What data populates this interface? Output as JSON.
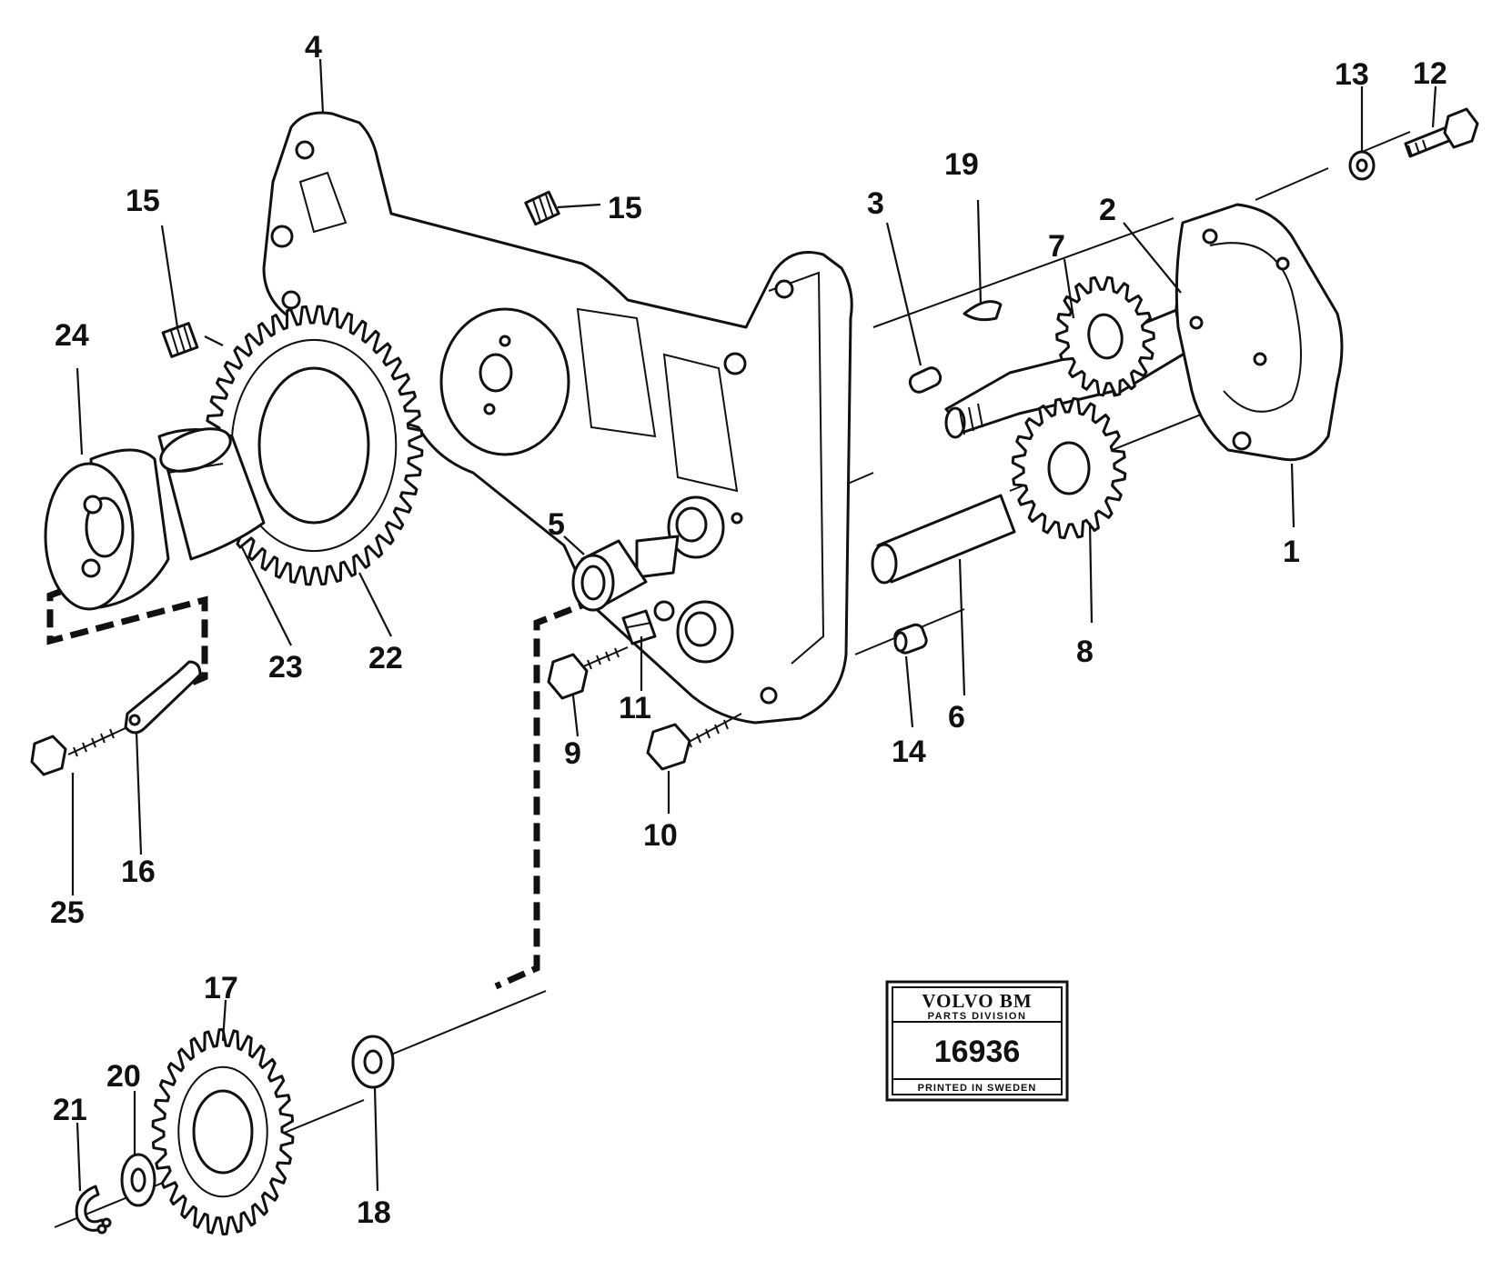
{
  "callouts": [
    {
      "id": "1",
      "label": "1"
    },
    {
      "id": "2",
      "label": "2"
    },
    {
      "id": "3",
      "label": "3"
    },
    {
      "id": "4",
      "label": "4"
    },
    {
      "id": "5",
      "label": "5"
    },
    {
      "id": "6",
      "label": "6"
    },
    {
      "id": "7",
      "label": "7"
    },
    {
      "id": "8",
      "label": "8"
    },
    {
      "id": "9",
      "label": "9"
    },
    {
      "id": "10",
      "label": "10"
    },
    {
      "id": "11",
      "label": "11"
    },
    {
      "id": "12",
      "label": "12"
    },
    {
      "id": "13",
      "label": "13"
    },
    {
      "id": "14",
      "label": "14"
    },
    {
      "id": "15a",
      "label": "15"
    },
    {
      "id": "15b",
      "label": "15"
    },
    {
      "id": "16",
      "label": "16"
    },
    {
      "id": "17",
      "label": "17"
    },
    {
      "id": "18",
      "label": "18"
    },
    {
      "id": "19",
      "label": "19"
    },
    {
      "id": "20",
      "label": "20"
    },
    {
      "id": "21",
      "label": "21"
    },
    {
      "id": "22",
      "label": "22"
    },
    {
      "id": "23",
      "label": "23"
    },
    {
      "id": "24",
      "label": "24"
    },
    {
      "id": "25",
      "label": "25"
    }
  ],
  "stamp": {
    "brand": "VOLVO BM",
    "division": "PARTS DIVISION",
    "number": "16936",
    "footer": "PRINTED IN SWEDEN"
  }
}
